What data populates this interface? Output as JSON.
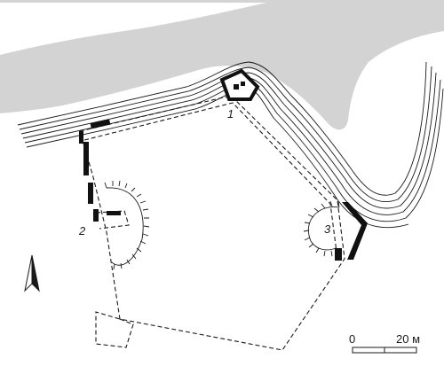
{
  "labels": {
    "tower_1": "1",
    "tower_2": "2",
    "tower_3": "3"
  },
  "scale_bar": {
    "start": "0",
    "end": "20 м"
  },
  "colors": {
    "water": "#d3d3d3",
    "line": "#1a1a1a",
    "wall": "#111111",
    "background": "#ffffff"
  },
  "icons": {
    "north_arrow": "north-arrow-icon"
  }
}
